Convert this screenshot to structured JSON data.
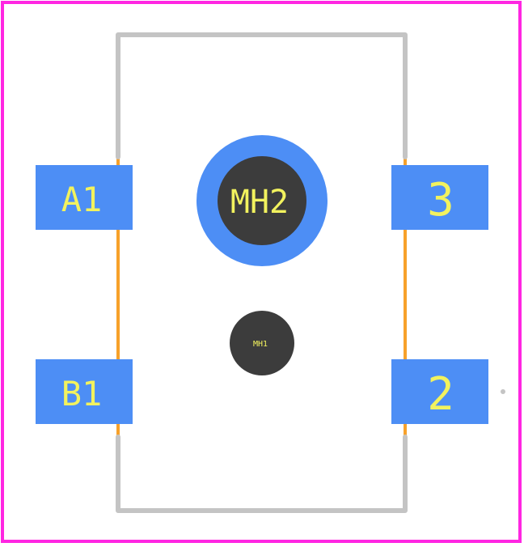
{
  "colors": {
    "background": "#ffffff",
    "courtyard": "#ff26e2",
    "silkscreen": "#c4c4c4",
    "fab_outline": "#f7a12a",
    "pad_copper": "#4d8ef5",
    "drill_hole": "#3c3c3c",
    "pad_label": "#f2f25e",
    "pin1_marker": "#c4c4c4"
  },
  "pads": {
    "a1": {
      "label": "A1",
      "shape": "rectangle"
    },
    "b1": {
      "label": "B1",
      "shape": "rectangle"
    },
    "p3": {
      "label": "3",
      "shape": "rectangle"
    },
    "p2": {
      "label": "2",
      "shape": "rectangle"
    }
  },
  "mounting_holes": {
    "mh2": {
      "label": "MH2",
      "plated": true
    },
    "mh1": {
      "label": "MH1",
      "plated": false
    }
  }
}
